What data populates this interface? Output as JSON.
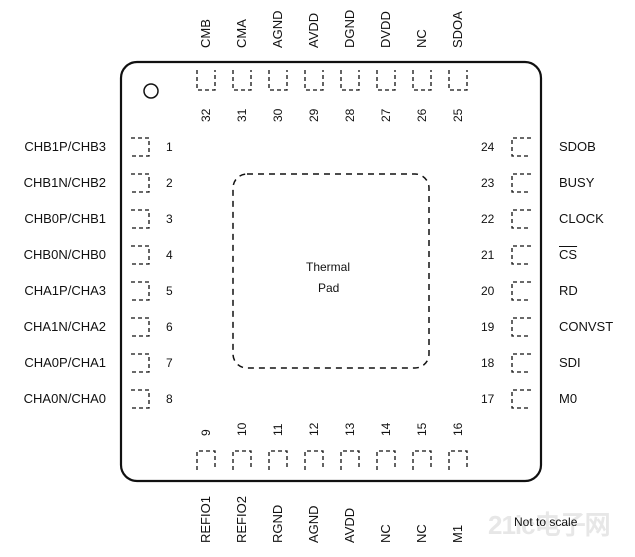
{
  "package": {
    "pad_label_line1": "Thermal",
    "pad_label_line2": "Pad",
    "note": "Not to scale",
    "watermark": "21ic电子网"
  },
  "pins": {
    "left": [
      {
        "num": "1",
        "name": "CHB1P/CHB3"
      },
      {
        "num": "2",
        "name": "CHB1N/CHB2"
      },
      {
        "num": "3",
        "name": "CHB0P/CHB1"
      },
      {
        "num": "4",
        "name": "CHB0N/CHB0"
      },
      {
        "num": "5",
        "name": "CHA1P/CHA3"
      },
      {
        "num": "6",
        "name": "CHA1N/CHA2"
      },
      {
        "num": "7",
        "name": "CHA0P/CHA1"
      },
      {
        "num": "8",
        "name": "CHA0N/CHA0"
      }
    ],
    "bottom": [
      {
        "num": "9",
        "name": "REFIO1"
      },
      {
        "num": "10",
        "name": "REFIO2"
      },
      {
        "num": "11",
        "name": "RGND"
      },
      {
        "num": "12",
        "name": "AGND"
      },
      {
        "num": "13",
        "name": "AVDD"
      },
      {
        "num": "14",
        "name": "NC"
      },
      {
        "num": "15",
        "name": "NC"
      },
      {
        "num": "16",
        "name": "M1"
      }
    ],
    "right": [
      {
        "num": "17",
        "name": "M0"
      },
      {
        "num": "18",
        "name": "SDI"
      },
      {
        "num": "19",
        "name": "CONVST"
      },
      {
        "num": "20",
        "name": "RD"
      },
      {
        "num": "21",
        "name": "CS",
        "overline": true
      },
      {
        "num": "22",
        "name": "CLOCK"
      },
      {
        "num": "23",
        "name": "BUSY"
      },
      {
        "num": "24",
        "name": "SDOB"
      }
    ],
    "top": [
      {
        "num": "25",
        "name": "SDOA"
      },
      {
        "num": "26",
        "name": "NC"
      },
      {
        "num": "27",
        "name": "DVDD"
      },
      {
        "num": "28",
        "name": "DGND"
      },
      {
        "num": "29",
        "name": "AVDD"
      },
      {
        "num": "30",
        "name": "AGND"
      },
      {
        "num": "31",
        "name": "CMA"
      },
      {
        "num": "32",
        "name": "CMB"
      }
    ]
  }
}
